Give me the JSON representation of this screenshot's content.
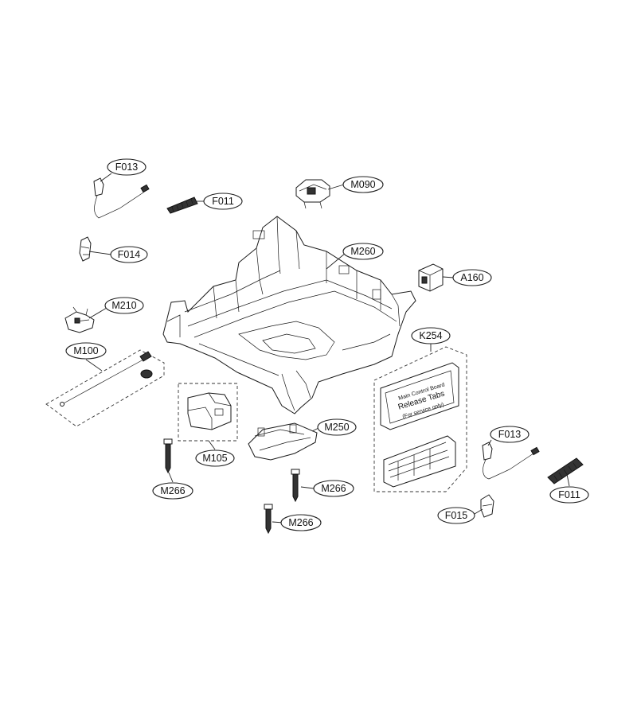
{
  "callouts": {
    "f013_top": "F013",
    "f011_top": "F011",
    "m090": "M090",
    "f014": "F014",
    "m260": "M260",
    "a160": "A160",
    "m210": "M210",
    "k254": "K254",
    "m100": "M100",
    "m250": "M250",
    "m105": "M105",
    "f013_right": "F013",
    "m266_left": "M266",
    "m266_mid": "M266",
    "m266_bottom": "M266",
    "f011_right": "F011",
    "f015": "F015"
  },
  "board_label": {
    "line1": "Main Control Board",
    "line2": "Release Tabs",
    "line3": "(For service only)"
  }
}
